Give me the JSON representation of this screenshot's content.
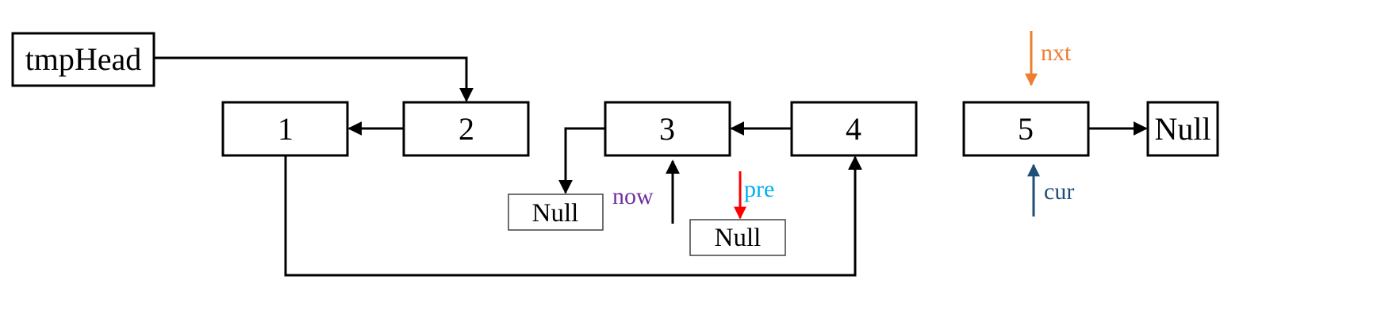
{
  "labels": {
    "tmp_head": "tmpHead",
    "node_1": "1",
    "node_2": "2",
    "node_3": "3",
    "node_4": "4",
    "node_5": "5",
    "null_right": "Null",
    "null_under_3": "Null",
    "null_pre": "Null"
  },
  "pointers": {
    "nxt": {
      "label": "nxt",
      "color": "#ED7D31"
    },
    "cur": {
      "label": "cur",
      "color": "#1F4E79"
    },
    "now": {
      "label": "now",
      "color": "#7030A0"
    },
    "pre": {
      "label": "pre",
      "color": "#00B0F0",
      "arrow_color": "#FF0000"
    }
  }
}
